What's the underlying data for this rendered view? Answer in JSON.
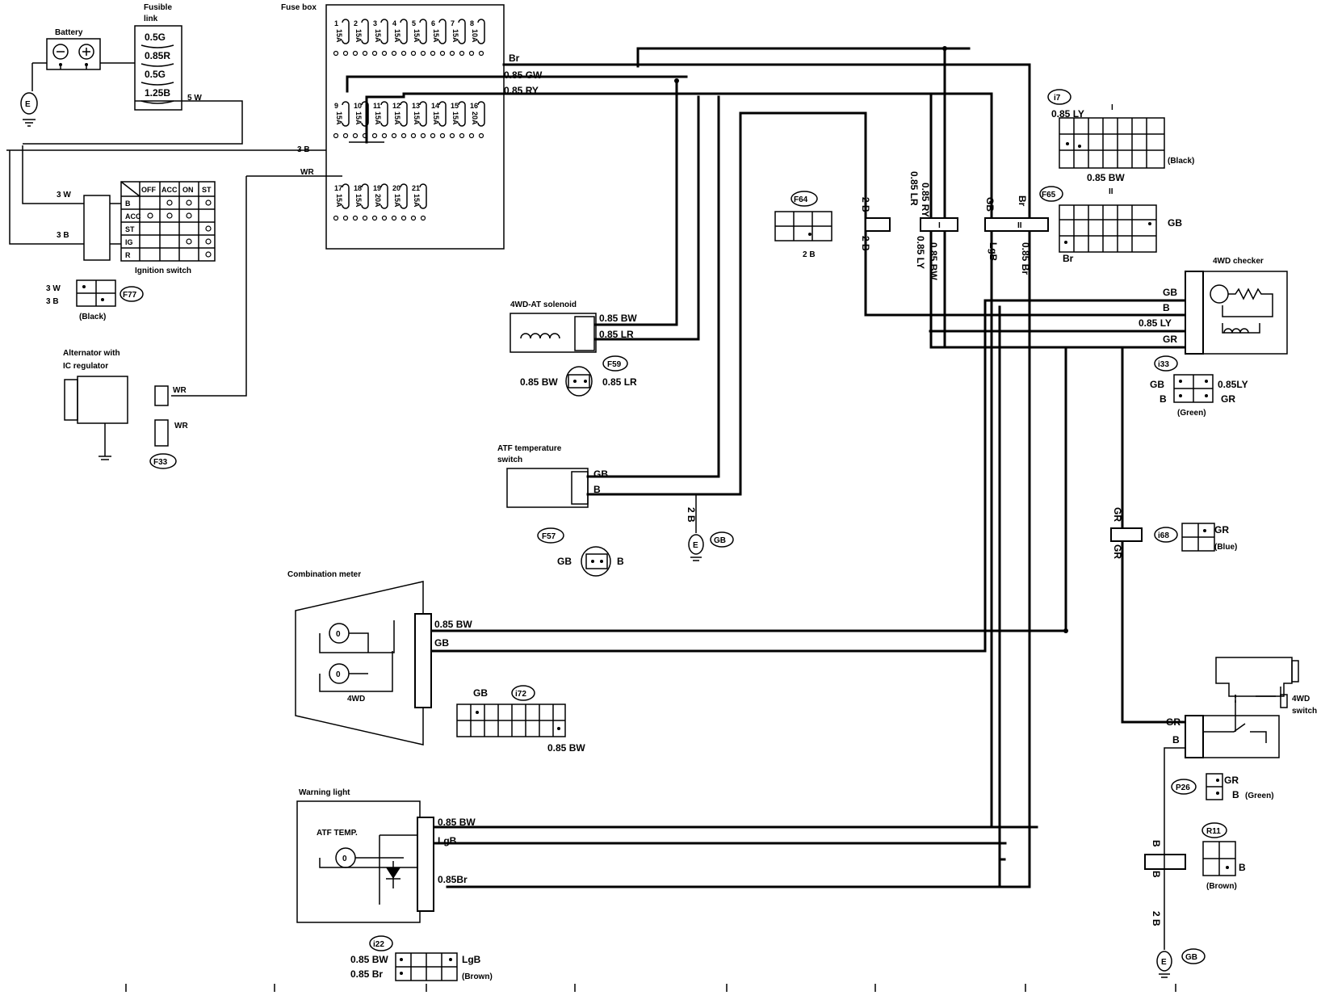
{
  "components": {
    "battery": "Battery",
    "fusible_link": [
      "Fusible",
      "link"
    ],
    "fuse_box": "Fuse box",
    "ignition_switch": "Ignition switch",
    "alternator": [
      "Alternator with",
      "IC regulator"
    ],
    "solenoid": "4WD-AT solenoid",
    "atf_switch": [
      "ATF temperature",
      "switch"
    ],
    "combination_meter": "Combination meter",
    "warning_light": "Warning light",
    "checker": "4WD checker",
    "switch_4wd": [
      "4WD",
      "switch"
    ],
    "meter_4wd": "4WD",
    "atf_temp": "ATF TEMP."
  },
  "fusible_links": [
    "0.5G",
    "0.85R",
    "0.5G",
    "1.25B"
  ],
  "fuses": {
    "row1": [
      [
        "1",
        "15A"
      ],
      [
        "2",
        "15A"
      ],
      [
        "3",
        "15A"
      ],
      [
        "4",
        "15A"
      ],
      [
        "5",
        "15A"
      ],
      [
        "6",
        "15A"
      ],
      [
        "7",
        "15A"
      ],
      [
        "8",
        "10A"
      ]
    ],
    "row2": [
      [
        "9",
        "15A"
      ],
      [
        "10",
        "15A"
      ],
      [
        "11",
        "15A"
      ],
      [
        "12",
        "15A"
      ],
      [
        "13",
        "15A"
      ],
      [
        "14",
        "15A"
      ],
      [
        "15",
        "15A"
      ],
      [
        "16",
        "20A"
      ]
    ],
    "row3": [
      [
        "17",
        "15A"
      ],
      [
        "18",
        "15A"
      ],
      [
        "19",
        "20A"
      ],
      [
        "20",
        "15A"
      ],
      [
        "21",
        "15A"
      ]
    ]
  },
  "ignition_table": {
    "columns": [
      "OFF",
      "ACC",
      "ON",
      "ST"
    ],
    "rows": [
      "B",
      "ACC",
      "ST",
      "IG",
      "R"
    ]
  },
  "connectors": {
    "F77": "F77",
    "F59": "F59",
    "F33": "F33",
    "F57": "F57",
    "F64": "F64",
    "F65": "F65",
    "i7": "i7",
    "i33": "i33",
    "i68": "i68",
    "i72": "i72",
    "i22": "i22",
    "P26": "P26",
    "R11": "R11"
  },
  "colors": {
    "black": "(Black)",
    "green": "(Green)",
    "blue": "(Blue)",
    "brown": "(Brown)"
  },
  "roman": [
    "I",
    "II"
  ],
  "ground": [
    "E",
    "GB"
  ],
  "wires": {
    "w5W": "5 W",
    "w3B": "3 B",
    "wWR": "WR",
    "w3W": "3 W",
    "wBr": "Br",
    "w085GW": "0.85 GW",
    "w085RY": "0.85 RY",
    "w085BW": "0.85 BW",
    "w085LR": "0.85 LR",
    "w085LY": "0.85 LY",
    "w085Br": "0.85 Br",
    "w2B": "2 B",
    "wGB": "GB",
    "wB": "B",
    "wGR": "GR",
    "wLgB": "LgB",
    "w085Br2": "0.85Br",
    "w085LY2": "0.85LY",
    "w085BW2": "0.85BW"
  }
}
